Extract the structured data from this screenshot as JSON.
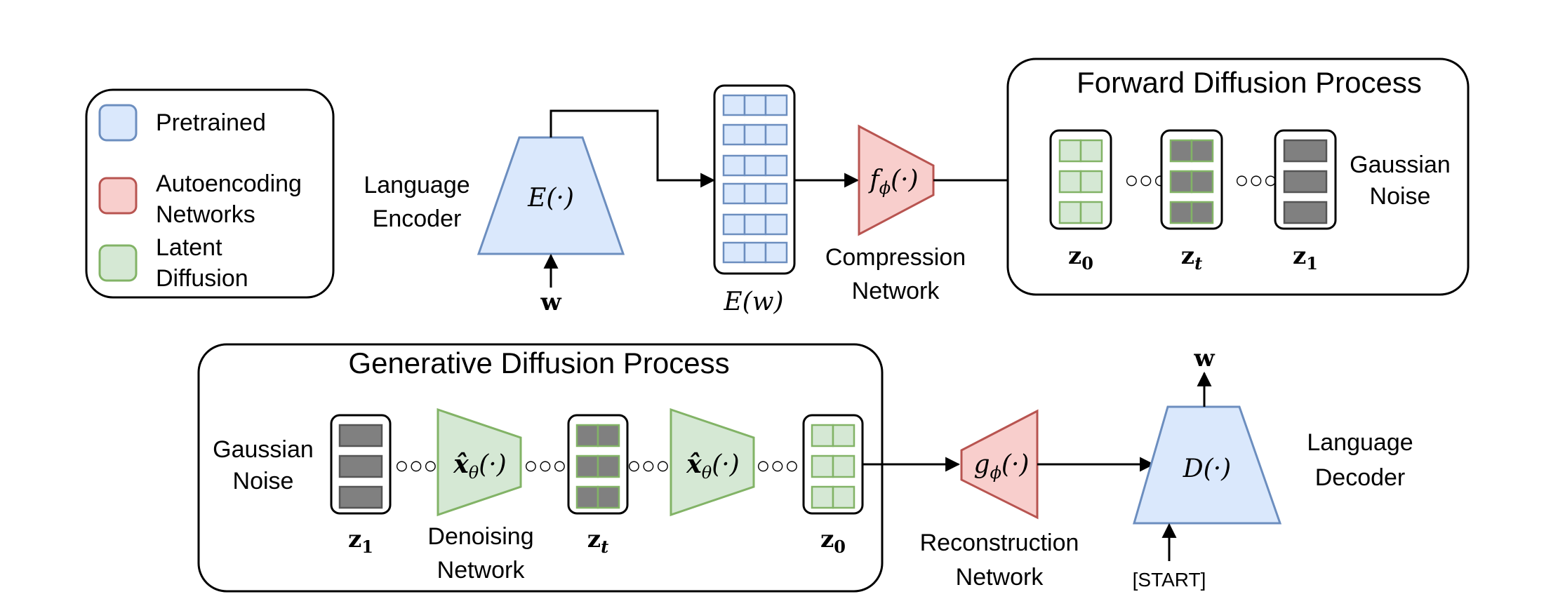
{
  "colors": {
    "pretrained_fill": "#dae8fc",
    "pretrained_stroke": "#6c8ebf",
    "autoenc_fill": "#f8cecc",
    "autoenc_stroke": "#b85450",
    "latent_fill": "#d5e8d4",
    "latent_stroke": "#82b366",
    "noise_fill": "#808080",
    "noise_stroke": "#555555"
  },
  "legend": {
    "pretrained": "Pretrained",
    "autoenc_line1": "Autoencoding",
    "autoenc_line2": "Networks",
    "latent_line1": "Latent",
    "latent_line2": "Diffusion"
  },
  "encoder": {
    "label_line1": "Language",
    "label_line2": "Encoder",
    "symbol": "E(·)",
    "input": "w"
  },
  "embedding": {
    "label": "E(w)"
  },
  "compression": {
    "symbol": "f",
    "sub": "ϕ",
    "args": "(·)",
    "label_line1": "Compression",
    "label_line2": "Network"
  },
  "forward": {
    "title": "Forward Diffusion Process",
    "z0": "z",
    "z0_sub": "0",
    "zt": "z",
    "zt_sub": "t",
    "z1": "z",
    "z1_sub": "1",
    "noise_line1": "Gaussian",
    "noise_line2": "Noise",
    "dots": "○○○"
  },
  "generative": {
    "title": "Generative Diffusion Process",
    "noise_line1": "Gaussian",
    "noise_line2": "Noise",
    "z1": "z",
    "z1_sub": "1",
    "zt": "z",
    "zt_sub": "t",
    "z0": "z",
    "z0_sub": "0",
    "denoise_symbol": "x̂",
    "denoise_sub": "θ",
    "denoise_args": "(·)",
    "denoise_label_line1": "Denoising",
    "denoise_label_line2": "Network",
    "dots": "○○○"
  },
  "reconstruction": {
    "symbol": "g",
    "sub": "ϕ",
    "args": "(·)",
    "label_line1": "Reconstruction",
    "label_line2": "Network"
  },
  "decoder": {
    "symbol": "D(·)",
    "label_line1": "Language",
    "label_line2": "Decoder",
    "output": "w",
    "start": "[START]"
  }
}
